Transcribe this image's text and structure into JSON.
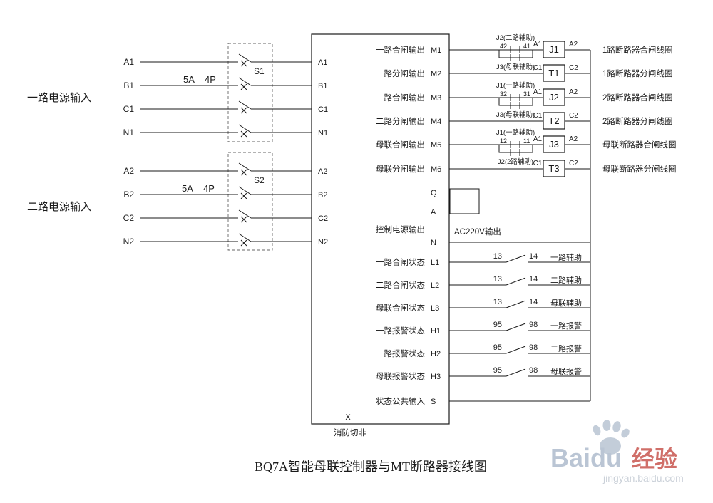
{
  "title": "BQ7A智能母联控制器与MT断路器接线图",
  "inputs": {
    "group1_label": "一路电源输入",
    "group2_label": "二路电源输入",
    "s1": "S1",
    "s2": "S2",
    "rating_current": "5A",
    "rating_poles": "4P",
    "lines": [
      "A1",
      "B1",
      "C1",
      "N1",
      "A2",
      "B2",
      "C2",
      "N2"
    ]
  },
  "controller": {
    "left_terminals": [
      "A1",
      "B1",
      "C1",
      "N1",
      "A2",
      "B2",
      "C2",
      "N2"
    ],
    "outputs": [
      {
        "label": "一路合闸输出",
        "terminal": "M1"
      },
      {
        "label": "一路分闸输出",
        "terminal": "M2"
      },
      {
        "label": "二路合闸输出",
        "terminal": "M3"
      },
      {
        "label": "二路分闸输出",
        "terminal": "M4"
      },
      {
        "label": "母联合闸输出",
        "terminal": "M5"
      },
      {
        "label": "母联分闸输出",
        "terminal": "M6"
      }
    ],
    "q": "Q",
    "a": "A",
    "n": "N",
    "ctrl_power_label": "控制电源输出",
    "ac_label": "AC220V输出",
    "status": [
      {
        "label": "一路合闸状态",
        "terminal": "L1"
      },
      {
        "label": "二路合闸状态",
        "terminal": "L2"
      },
      {
        "label": "母联合闸状态",
        "terminal": "L3"
      },
      {
        "label": "一路报警状态",
        "terminal": "H1"
      },
      {
        "label": "二路报警状态",
        "terminal": "H2"
      },
      {
        "label": "母联报警状态",
        "terminal": "H3"
      }
    ],
    "common_label": "状态公共输入",
    "common_terminal": "S",
    "x_terminal": "X",
    "fire_label": "消防切非"
  },
  "interlocks": [
    {
      "top_label": "J2(二路辅助)",
      "t1": "42",
      "t2": "41",
      "bottom_label": "J3(母联辅助)"
    },
    {
      "top_label": "J1(一路辅助)",
      "t1": "32",
      "t2": "31",
      "bottom_label": "J3(母联辅助)"
    },
    {
      "top_label": "J1(一路辅助)",
      "t1": "12",
      "t2": "11",
      "bottom_label": "J2(2路辅助)"
    }
  ],
  "relays": [
    {
      "name": "J1",
      "in": "A1",
      "out": "A2",
      "desc": "1路断路器合闸线圈"
    },
    {
      "name": "T1",
      "in": "C1",
      "out": "C2",
      "desc": "1路断路器分闸线圈"
    },
    {
      "name": "J2",
      "in": "A1",
      "out": "A2",
      "desc": "2路断路器合闸线圈"
    },
    {
      "name": "T2",
      "in": "C1",
      "out": "C2",
      "desc": "2路断路器分闸线圈"
    },
    {
      "name": "J3",
      "in": "A1",
      "out": "A2",
      "desc": "母联断路器合闸线圈"
    },
    {
      "name": "T3",
      "in": "C1",
      "out": "C2",
      "desc": "母联断路器分闸线圈"
    }
  ],
  "aux": [
    {
      "t1": "13",
      "t2": "14",
      "label": "一路辅助"
    },
    {
      "t1": "13",
      "t2": "14",
      "label": "二路辅助"
    },
    {
      "t1": "13",
      "t2": "14",
      "label": "母联辅助"
    },
    {
      "t1": "95",
      "t2": "98",
      "label": "一路报警"
    },
    {
      "t1": "95",
      "t2": "98",
      "label": "二路报警"
    },
    {
      "t1": "95",
      "t2": "98",
      "label": "母联报警"
    }
  ],
  "watermark": {
    "brand": "Baidu",
    "product": "经验",
    "url": "jingyan.baidu.com"
  }
}
